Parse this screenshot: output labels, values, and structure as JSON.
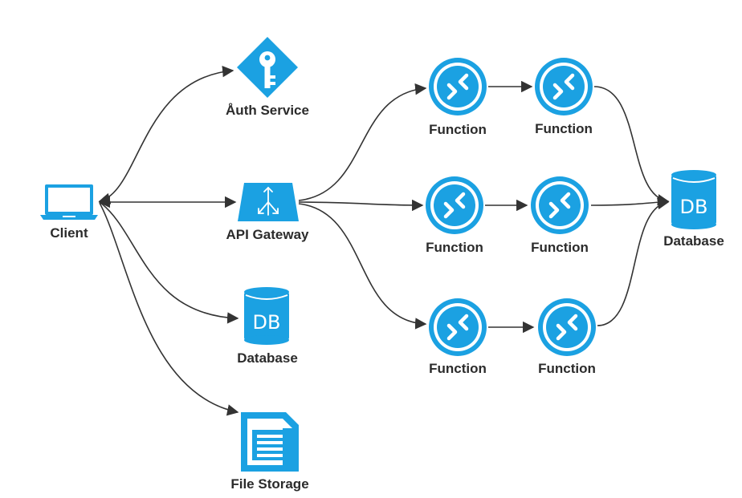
{
  "colors": {
    "accent": "#1ba1e2",
    "edge": "#333333",
    "label": "#2b2b2b",
    "background": "#ffffff"
  },
  "nodes": {
    "client": {
      "label": "Client",
      "icon": "laptop-icon"
    },
    "auth": {
      "label": "Åuth Service",
      "icon": "key-icon"
    },
    "gateway": {
      "label": "API Gateway",
      "icon": "api-gateway-icon"
    },
    "db_left": {
      "label": "Database",
      "icon": "database-icon",
      "icon_text": "DB"
    },
    "file_storage": {
      "label": "File Storage",
      "icon": "document-icon"
    },
    "fn_r1c1": {
      "label": "Function",
      "icon": "function-icon"
    },
    "fn_r1c2": {
      "label": "Function",
      "icon": "function-icon"
    },
    "fn_r2c1": {
      "label": "Function",
      "icon": "function-icon"
    },
    "fn_r2c2": {
      "label": "Function",
      "icon": "function-icon"
    },
    "fn_r3c1": {
      "label": "Function",
      "icon": "function-icon"
    },
    "fn_r3c2": {
      "label": "Function",
      "icon": "function-icon"
    },
    "db_right": {
      "label": "Database",
      "icon": "database-icon",
      "icon_text": "DB"
    }
  },
  "edges": [
    {
      "from": "client",
      "to": "auth",
      "arrow_start": true,
      "arrow_end": true
    },
    {
      "from": "client",
      "to": "gateway",
      "arrow_start": true,
      "arrow_end": true
    },
    {
      "from": "client",
      "to": "db_left",
      "arrow_start": false,
      "arrow_end": true
    },
    {
      "from": "client",
      "to": "file_storage",
      "arrow_start": false,
      "arrow_end": true
    },
    {
      "from": "gateway",
      "to": "fn_r1c1",
      "arrow_start": false,
      "arrow_end": true
    },
    {
      "from": "gateway",
      "to": "fn_r2c1",
      "arrow_start": false,
      "arrow_end": true
    },
    {
      "from": "gateway",
      "to": "fn_r3c1",
      "arrow_start": false,
      "arrow_end": true
    },
    {
      "from": "fn_r1c1",
      "to": "fn_r1c2",
      "arrow_start": false,
      "arrow_end": true
    },
    {
      "from": "fn_r2c1",
      "to": "fn_r2c2",
      "arrow_start": false,
      "arrow_end": true
    },
    {
      "from": "fn_r3c1",
      "to": "fn_r3c2",
      "arrow_start": false,
      "arrow_end": true
    },
    {
      "from": "fn_r1c2",
      "to": "db_right",
      "arrow_start": false,
      "arrow_end": true
    },
    {
      "from": "fn_r2c2",
      "to": "db_right",
      "arrow_start": false,
      "arrow_end": true
    },
    {
      "from": "fn_r3c2",
      "to": "db_right",
      "arrow_start": false,
      "arrow_end": true
    }
  ]
}
